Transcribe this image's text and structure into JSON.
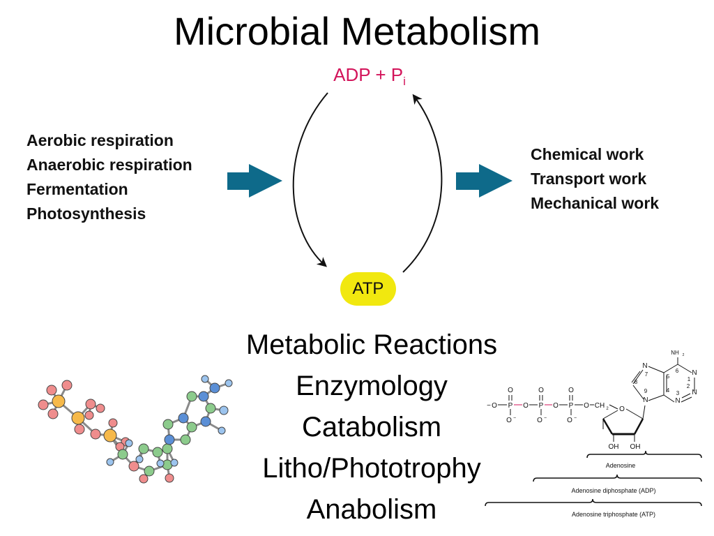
{
  "title": "Microbial Metabolism",
  "cycle": {
    "adp_label": "ADP + P",
    "adp_subscript": "i",
    "atp_label": "ATP",
    "colors": {
      "adp": "#d3145a",
      "atp_fill": "#f1e80f",
      "arrow": "#0e6a8a"
    }
  },
  "energy_sources": [
    "Aerobic respiration",
    "Anaerobic respiration",
    "Fermentation",
    "Photosynthesis"
  ],
  "work_types": [
    "Chemical work",
    "Transport work",
    "Mechanical work"
  ],
  "topics": [
    "Metabolic Reactions",
    "Enzymology",
    "Catabolism",
    "Litho/Phototrophy",
    "Anabolism"
  ],
  "atp_structure": {
    "oxygen": "O",
    "phosphorus": "P",
    "o_minus": "O",
    "minus_sign": "−",
    "ch2": "CH",
    "ch2_sub": "2",
    "nh2": "NH",
    "nh2_sub": "2",
    "nitrogen": "N",
    "oh": "OH",
    "ring_numbers": [
      "1",
      "2",
      "3",
      "4",
      "5",
      "6",
      "7",
      "8",
      "9"
    ],
    "brackets": [
      "Adenosine",
      "Adenosine diphosphate (ADP)",
      "Adenosine triphosphate (ATP)"
    ]
  }
}
